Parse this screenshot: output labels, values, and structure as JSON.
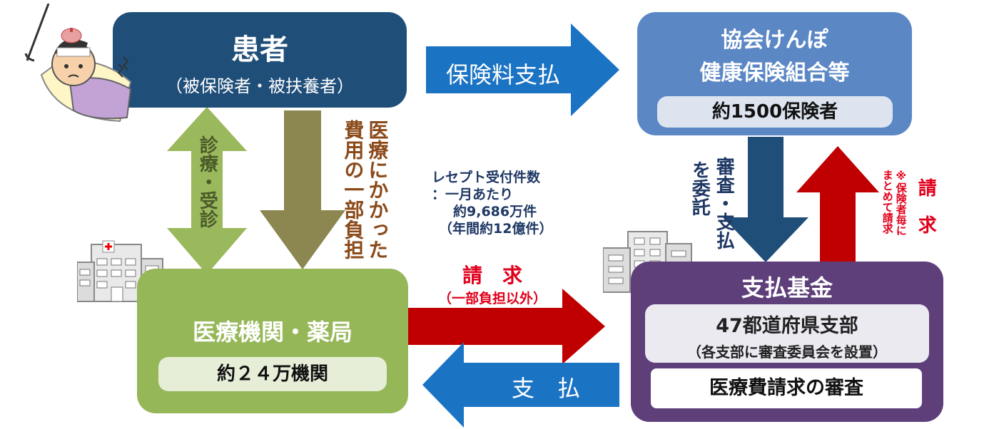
{
  "colors": {
    "patient_box": "#1f4e79",
    "kyokai_box": "#5b87c5",
    "kikin_box": "#5e3f7a",
    "iryo_box": "#95b758",
    "blue_arrow": "#1b73c4",
    "brown_arrow": "#8c8750",
    "green_arrow": "#9ab85c",
    "red_arrow": "#c00000",
    "navy_arrow": "#1f4e79",
    "brown_text": "#8b4a1a",
    "red_text": "#e0001b",
    "navy_text": "#1f3864"
  },
  "patient": {
    "title": "患者",
    "subtitle": "（被保険者・被扶養者）"
  },
  "kyokai": {
    "title_line1": "協会けんぽ",
    "title_line2": "健康保険組合等",
    "count": "約1500保険者"
  },
  "kikin": {
    "title": "支払基金",
    "branch_title": "47都道府県支部",
    "branch_note": "（各支部に審査委員会を設置）",
    "review": "医療費請求の審査"
  },
  "iryo": {
    "title": "医療機関・薬局",
    "count": "約２４万機関"
  },
  "arrows": {
    "premium": "保険料支払",
    "shinryo": "診療・受診",
    "cost_line1": "医療にかかった",
    "cost_line2": "費用の一部負担",
    "itaku_line1": "審査・支払",
    "itaku_line2": "を委託",
    "seikyu_right": "請　求",
    "seikyu_right_note_line1": "※保険者毎に",
    "seikyu_right_note_line2": "まとめて請求",
    "payment": "支　払"
  },
  "receipt": {
    "line1": "レセプト受付件数",
    "line2": "：一月あたり",
    "line3": "約9,686万件",
    "line4": "（年間約12億件）",
    "seikyu": "請　求",
    "seikyu_note": "（一部負担以外）"
  },
  "icons": [
    "sick-patient-icon",
    "hospital-building-icon",
    "office-building-icon"
  ]
}
